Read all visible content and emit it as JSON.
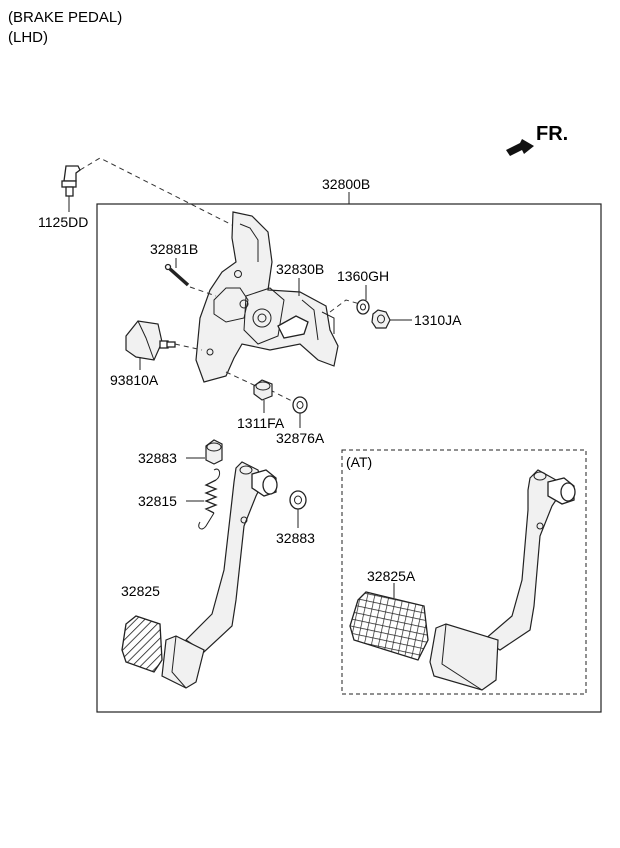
{
  "header": {
    "line1": "(BRAKE PEDAL)",
    "line2": "(LHD)"
  },
  "direction": {
    "label": "FR."
  },
  "assembly": {
    "code": "32800B"
  },
  "at_box": {
    "label": "(AT)"
  },
  "parts": {
    "p1125DD": "1125DD",
    "p32881B": "32881B",
    "p32830B": "32830B",
    "p1360GH": "1360GH",
    "p1310JA": "1310JA",
    "p93810A": "93810A",
    "p1311FA": "1311FA",
    "p32876A": "32876A",
    "p32883a": "32883",
    "p32815": "32815",
    "p32883b": "32883",
    "p32825": "32825",
    "p32825A": "32825A"
  }
}
